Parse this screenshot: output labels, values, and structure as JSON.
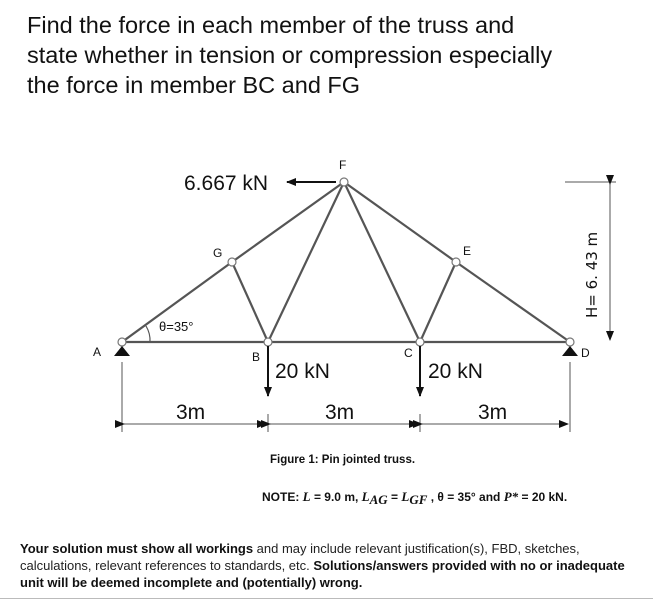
{
  "question": {
    "lines": [
      "Find the force in each member of the truss and",
      "state whether in tension or compression especially",
      "the force in member BC and FG"
    ]
  },
  "figure": {
    "nodes": {
      "A": "A",
      "B": "B",
      "C": "C",
      "D": "D",
      "E": "E",
      "F": "F",
      "G": "G"
    },
    "applied_force": "6.667 kN",
    "load_B": "20 kN",
    "load_C": "20 kN",
    "angle": "θ=35°",
    "height": "H= 6. 43 m",
    "spans": [
      "3m",
      "3m",
      "3m"
    ],
    "caption": "Figure 1: Pin jointed truss.",
    "note": {
      "prefix": "NOTE: ",
      "L": "L",
      "eq1": " = 9.0 m, ",
      "L_AG_main": "L",
      "L_AG_sub": "AG",
      "eq2": " = ",
      "L_GF_main": "L",
      "L_GF_sub": "GF",
      "eq3": " , θ = 35° and ",
      "P": "P*",
      "eq4": " = 20 kN."
    }
  },
  "instructions": {
    "b1": "Your solution must show all workings",
    "t1": " and may include relevant justification(s), FBD, sketches, calculations, relevant references to standards, etc. ",
    "b2": "Solutions/answers provided with no or inadequate unit will be deemed incomplete and (potentially) wrong."
  }
}
